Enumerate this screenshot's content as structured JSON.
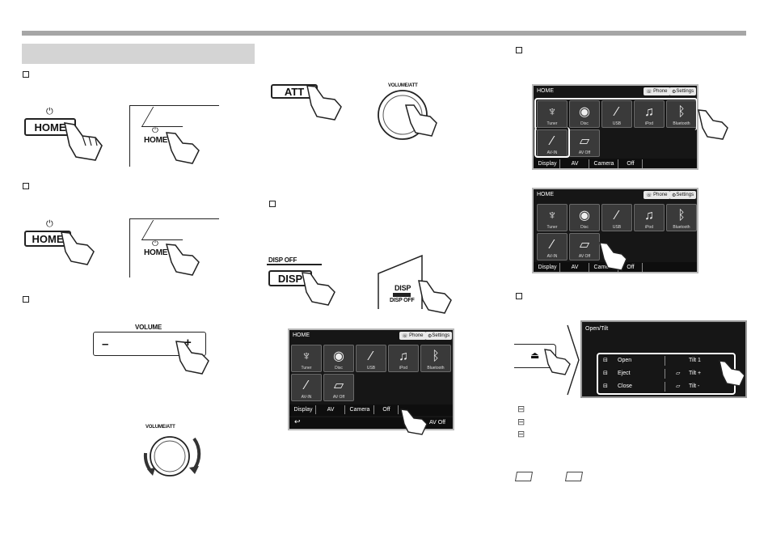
{
  "col1": {
    "home_label": "HOME",
    "volume_label": "VOLUME",
    "vol_minus": "–",
    "vol_plus": "+",
    "knob_label": "VOLUME/ATT"
  },
  "col2": {
    "att_label": "ATT",
    "knob_label": "VOLUME/ATT",
    "disp_off_label": "DISP OFF",
    "disp_label": "DISP",
    "screen": {
      "title": "HOME",
      "phone": "Phone",
      "settings": "Settings",
      "tiles": [
        "Tuner",
        "Disc",
        "USB",
        "iPod",
        "Bluetooth",
        "AV-IN",
        "AV Off"
      ],
      "tabs": [
        "Display",
        "AV",
        "Camera",
        "Off"
      ],
      "bottom_right": "AV Off"
    }
  },
  "col3": {
    "screen": {
      "title": "HOME",
      "phone": "Phone",
      "settings": "Settings",
      "tiles": [
        "Tuner",
        "Disc",
        "USB",
        "iPod",
        "Bluetooth",
        "AV-IN",
        "AV Off"
      ],
      "tabs": [
        "Display",
        "AV",
        "Camera",
        "Off"
      ]
    },
    "open_tilt": {
      "title": "Open/Tilt",
      "rows": [
        {
          "left": "Open",
          "right": "Tilt 1"
        },
        {
          "left": "Eject",
          "right": "Tilt +"
        },
        {
          "left": "Close",
          "right": "Tilt -"
        }
      ]
    },
    "eject_symbol": "⏏"
  }
}
